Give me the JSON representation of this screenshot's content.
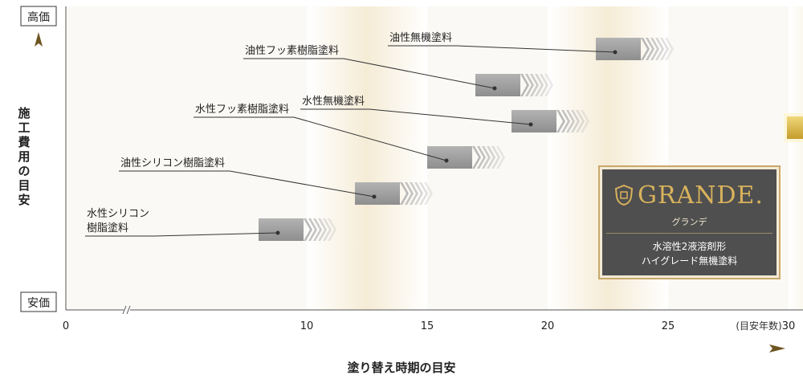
{
  "chart_data": {
    "type": "range-bar",
    "title": "",
    "xlabel": "塗り替え時期の目安",
    "x_unit_label": "(目安年数)",
    "x_ticks": [
      0,
      10,
      15,
      20,
      25,
      30
    ],
    "xlim": [
      0,
      33
    ],
    "x_axis_break": true,
    "ylabel": "施工費用の目安",
    "y_top_label": "高価",
    "y_bottom_label": "安価",
    "series": [
      {
        "label_lines": [
          "水性シリコン",
          "樹脂塗料"
        ],
        "x_start": 8,
        "x_end": 10,
        "cost_level": 1
      },
      {
        "label_lines": [
          "油性シリコン樹脂塗料"
        ],
        "x_start": 12,
        "x_end": 14,
        "cost_level": 2
      },
      {
        "label_lines": [
          "水性フッ素樹脂塗料"
        ],
        "x_start": 15,
        "x_end": 17,
        "cost_level": 3
      },
      {
        "label_lines": [
          "水性無機塗料"
        ],
        "x_start": 18.5,
        "x_end": 20.5,
        "cost_level": 4
      },
      {
        "label_lines": [
          "油性フッ素樹脂塗料"
        ],
        "x_start": 17,
        "x_end": 19,
        "cost_level": 5
      },
      {
        "label_lines": [
          "油性無機塗料"
        ],
        "x_start": 22,
        "x_end": 24,
        "cost_level": 6
      }
    ],
    "highlight": {
      "x_start": 30,
      "x_end": 32,
      "cost_level": 3.5,
      "color": "#d9b54a"
    }
  },
  "card": {
    "brand": "GRANDE.",
    "sub": "グランデ",
    "desc_line1": "水溶性2液溶剤形",
    "desc_line2": "ハイグレード無機塗料"
  },
  "colors": {
    "accent": "#8a6d2e",
    "bar": "#9d9d9d",
    "band": "#f6efde"
  }
}
